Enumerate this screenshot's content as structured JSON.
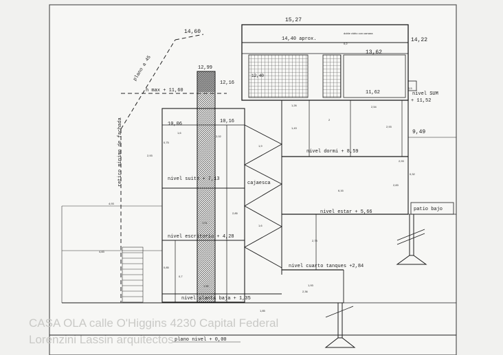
{
  "diagram": {
    "dimensions": {
      "top_width": "15,27",
      "approx_width": "14,40  aprox.",
      "top_right": "14,22",
      "left_peak": "14,60",
      "shaft_top": "12,99",
      "upper_left": "12,16",
      "mid_left": "10,06",
      "mid_center": "10,16",
      "upper_right": "13,62",
      "window_right": "11,62",
      "side_right": "9,49",
      "window_left": "12,40"
    },
    "levels": {
      "h_max": "h max + 11,60",
      "nivel_sum": "nivel SUM",
      "nivel_sum_value": "+ 11,52",
      "dormi": "nivel dormi + 8,59",
      "suite": "nivel suite + 7,13",
      "estar": "nivel estar + 5,66",
      "escritorio": "nivel escritorio + 4,28",
      "cuarto_tanques": "nivel cuarto tanques +2,84",
      "planta_baja": "nivel planta baja + 1,35",
      "plano_nivel": "plano nivel + 0,00"
    },
    "labels": {
      "plano_45": "plano a 45",
      "retiro": "retiro minimo de fachada",
      "cajaesca": "cajaesca",
      "patio_bajo": "patio bajo",
      "doble_vidrio": "doble vidrio con camara"
    },
    "small_dims": [
      "1,26",
      "2,54",
      "1,43",
      "2,93",
      "2",
      "2,02",
      "1,6",
      "1,9",
      "2,93",
      "0,75",
      "6,16",
      "4,93",
      "2,83",
      "2,85",
      "1,91",
      "4,83",
      "0,85",
      "0,7",
      "1,93",
      "2,36",
      "1,85",
      "0,2",
      "0,5",
      "1,6",
      "2,78",
      "1,50",
      "2,93",
      "0,32"
    ],
    "footer_text": "CASA OLA calle O'Higgins 4230 Capital Federal",
    "footer_text_2": "Lorenzini Lassin arquitectos"
  }
}
